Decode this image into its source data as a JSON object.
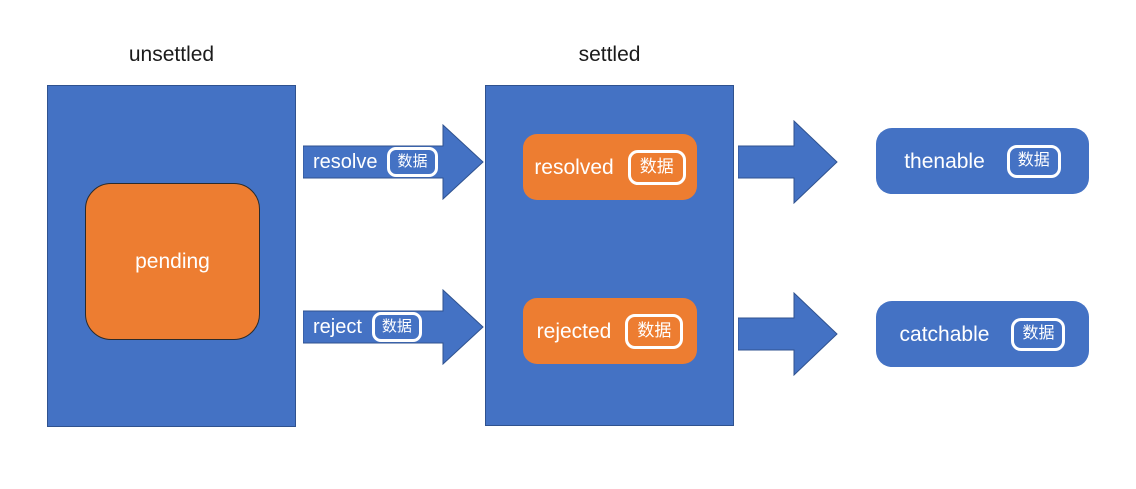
{
  "diagram": {
    "title_unsettled": "unsettled",
    "title_settled": "settled",
    "colors": {
      "blue": "#4472C4",
      "blue_border": "#2F528F",
      "orange": "#ED7D31",
      "orange_border": "#2B2B2B",
      "text_on_shape": "#FFFFFF",
      "caption_text": "#1B1B1B",
      "background": "#FFFFFF"
    },
    "groups": [
      {
        "id": "unsettled",
        "caption": "unsettled"
      },
      {
        "id": "settled",
        "caption": "settled"
      }
    ],
    "states": {
      "pending": {
        "label": "pending"
      },
      "resolved": {
        "label": "resolved",
        "badge": "数据"
      },
      "rejected": {
        "label": "rejected",
        "badge": "数据"
      }
    },
    "transitions": [
      {
        "id": "resolve",
        "label": "resolve",
        "badge": "数据",
        "from": "pending",
        "to": "resolved"
      },
      {
        "id": "reject",
        "label": "reject",
        "badge": "数据",
        "from": "pending",
        "to": "rejected"
      }
    ],
    "outputs": [
      {
        "id": "thenable",
        "label": "thenable",
        "badge": "数据"
      },
      {
        "id": "catchable",
        "label": "catchable",
        "badge": "数据"
      }
    ]
  }
}
